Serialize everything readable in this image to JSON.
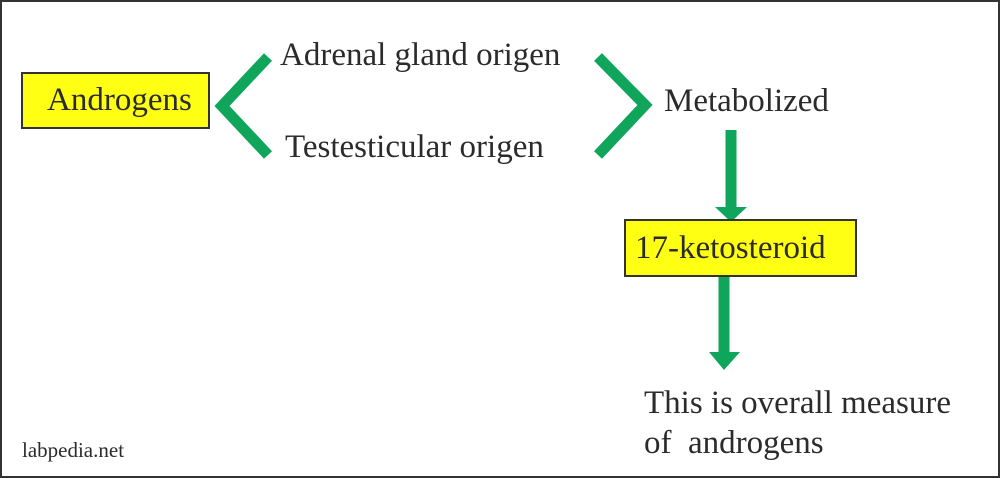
{
  "nodes": {
    "androgens": "Androgens",
    "adrenal": "Adrenal gland origen",
    "testicular": "Testesticular origen",
    "metabolized": "Metabolized",
    "ketosteroid": "17-ketosteroid",
    "conclusion_line1": "This is overall measure",
    "conclusion_line2": "of  androgens"
  },
  "watermark": "labpedia.net",
  "colors": {
    "box_fill": "#ffff14",
    "connector": "#0fa55a",
    "text": "#2b2b2b"
  }
}
